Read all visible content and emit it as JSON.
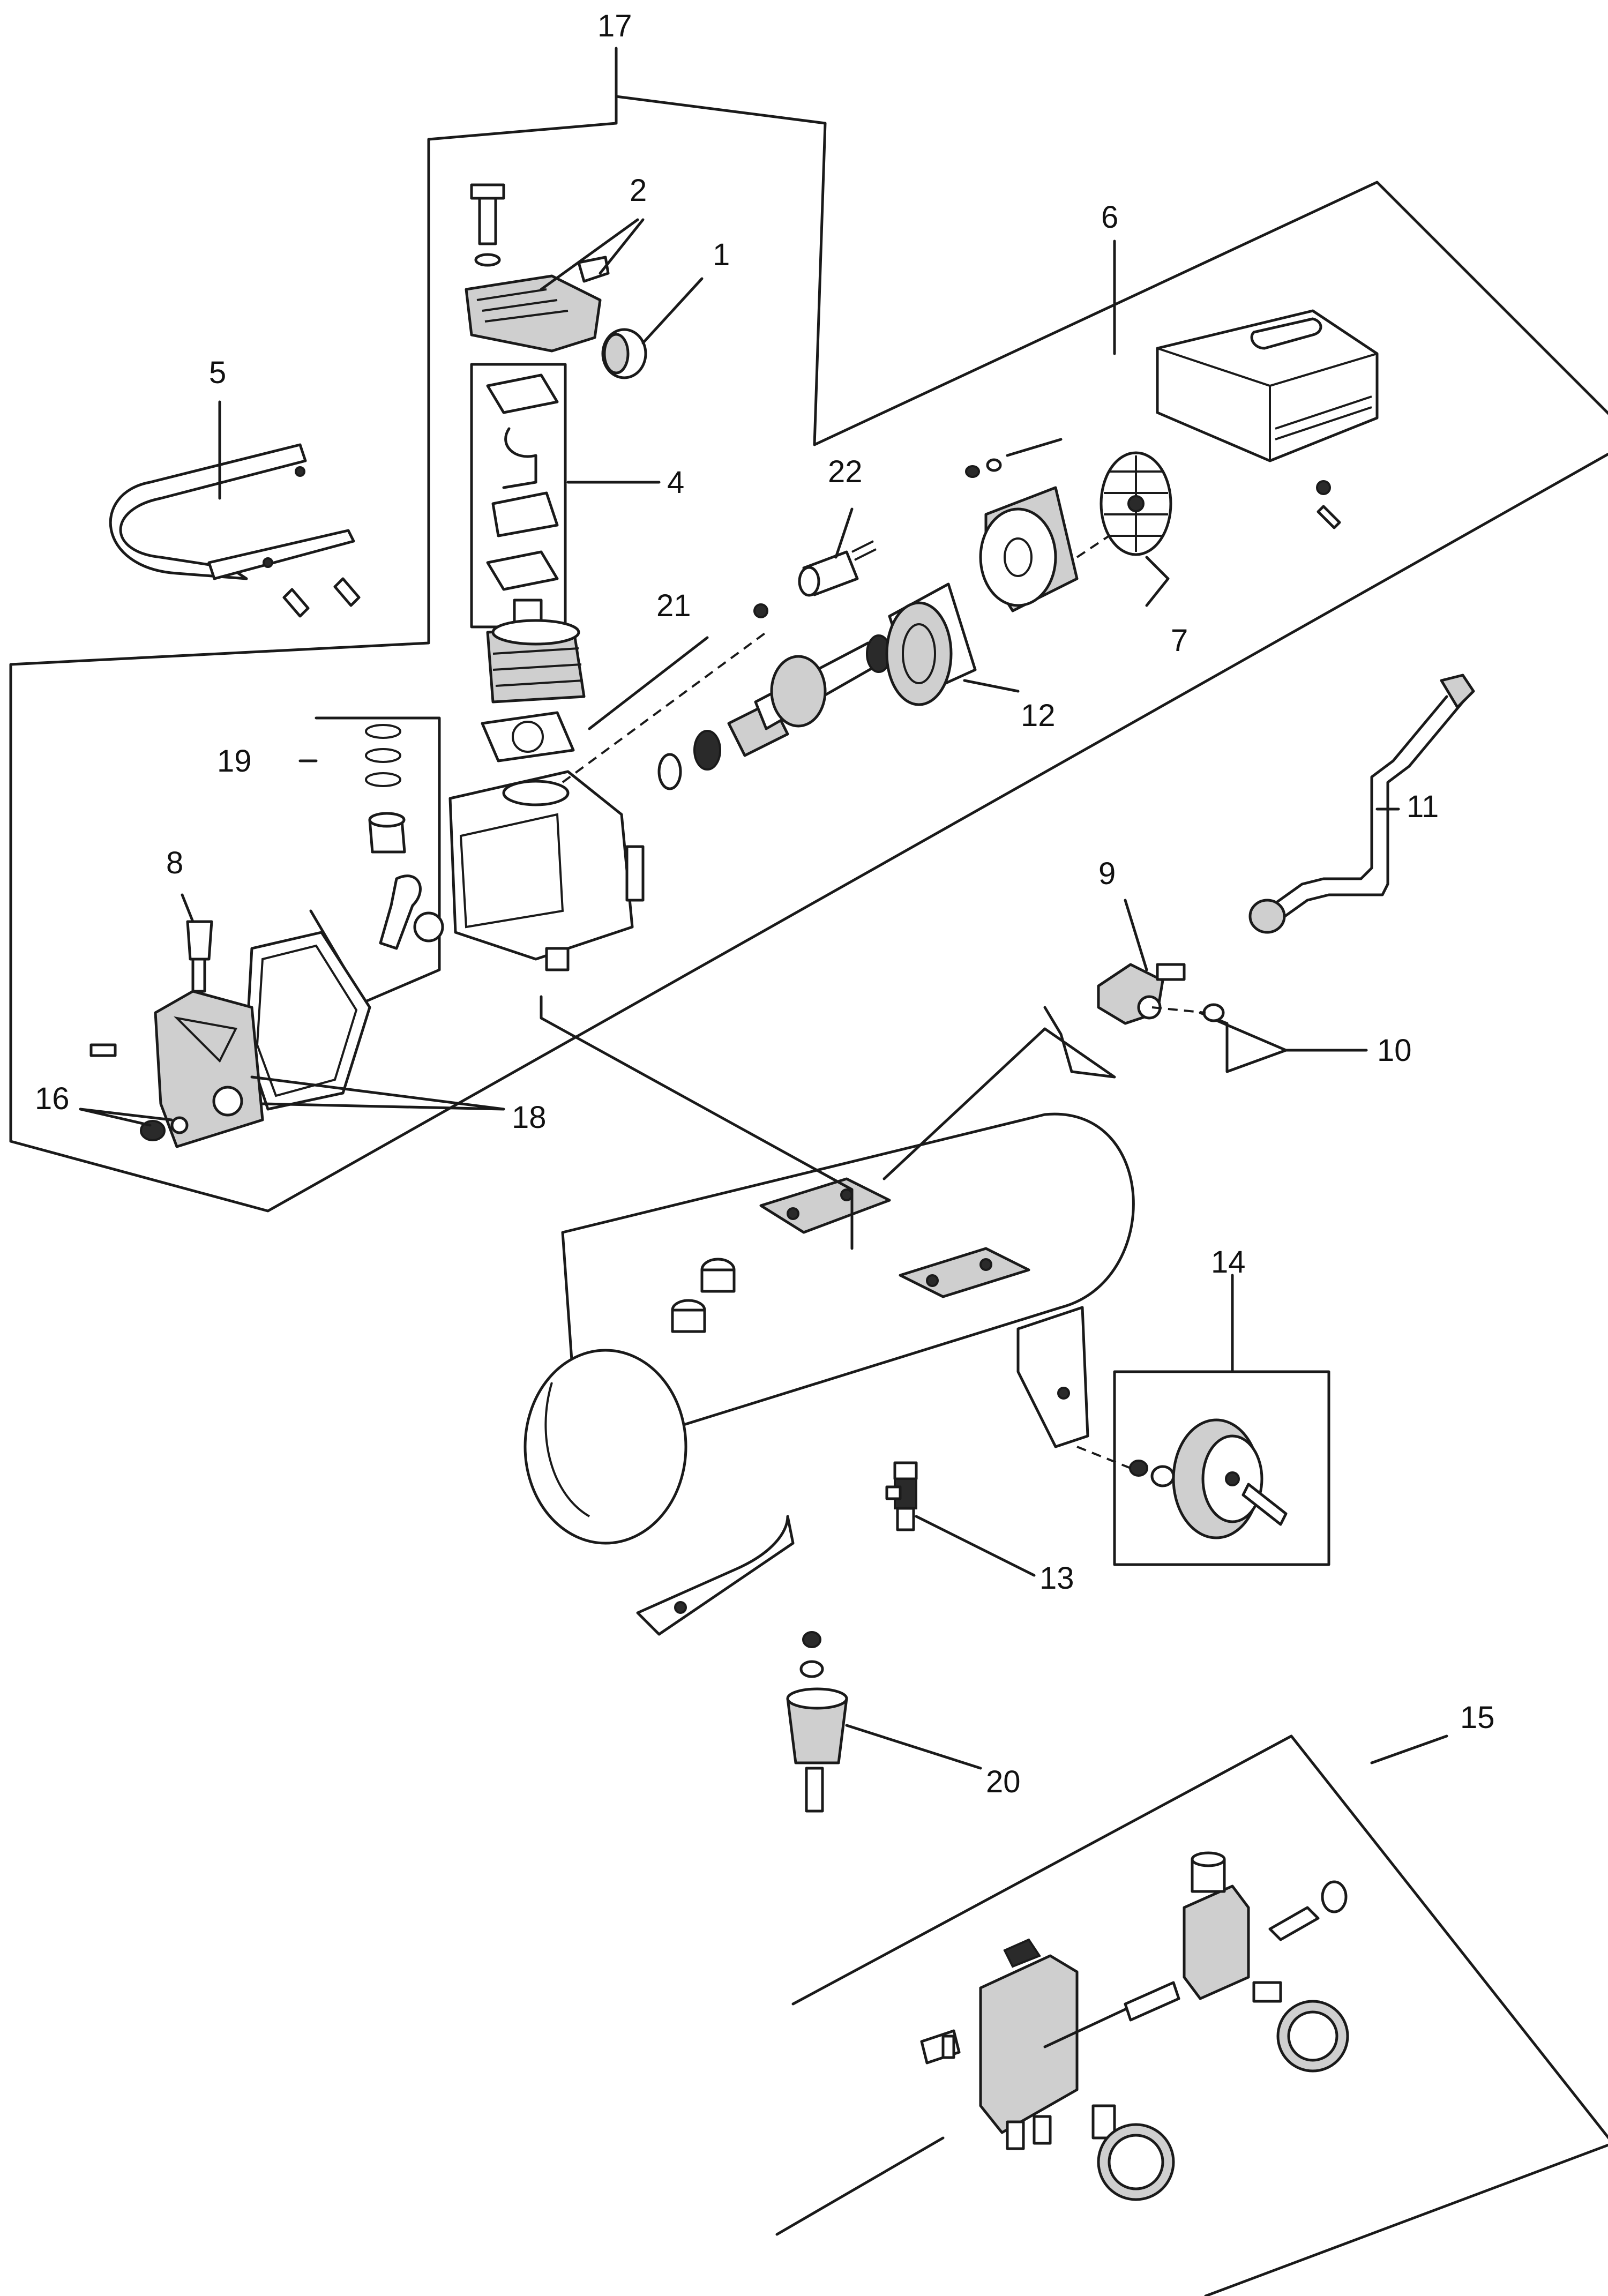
{
  "callouts": [
    {
      "id": "1",
      "label": "1"
    },
    {
      "id": "2",
      "label": "2"
    },
    {
      "id": "4",
      "label": "4"
    },
    {
      "id": "5",
      "label": "5"
    },
    {
      "id": "6",
      "label": "6"
    },
    {
      "id": "7",
      "label": "7"
    },
    {
      "id": "8",
      "label": "8"
    },
    {
      "id": "9",
      "label": "9"
    },
    {
      "id": "10",
      "label": "10"
    },
    {
      "id": "11",
      "label": "11"
    },
    {
      "id": "12",
      "label": "12"
    },
    {
      "id": "13",
      "label": "13"
    },
    {
      "id": "14",
      "label": "14"
    },
    {
      "id": "15",
      "label": "15"
    },
    {
      "id": "16",
      "label": "16"
    },
    {
      "id": "17",
      "label": "17"
    },
    {
      "id": "18",
      "label": "18"
    },
    {
      "id": "19",
      "label": "19"
    },
    {
      "id": "20",
      "label": "20"
    },
    {
      "id": "21",
      "label": "21"
    },
    {
      "id": "22",
      "label": "22"
    }
  ]
}
